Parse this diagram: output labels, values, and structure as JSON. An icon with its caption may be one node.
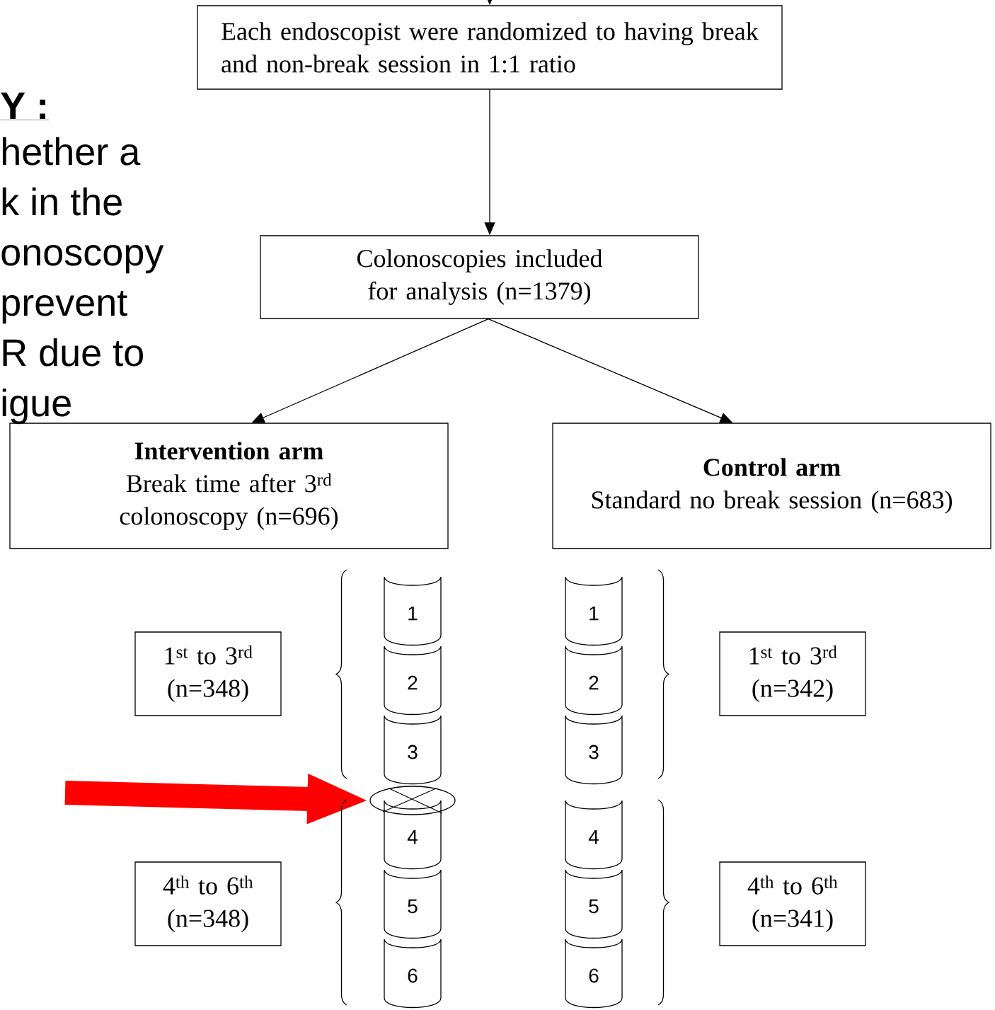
{
  "diagram": {
    "nodes": [
      {
        "text": [
          "Each endoscopist were randomized to having break and non-break session in 1:1 ratio"
        ]
      },
      {
        "text": [
          "Colonoscopies included for analysis (n=1379)"
        ]
      },
      {
        "text": [
          "Intervention arm",
          "Break time after 3$^{rd}$ colonoscopy (n=696)"
        ]
      },
      {
        "text": [
          "Control arm",
          "Standard no break session (n=683)"
        ]
      },
      {
        "text": [
          "1$^{st}$ to 3$^{rd}$ (n=348)"
        ]
      },
      {
        "text": [
          "4$^{th}$ to 6$^{th}$ (n=348)"
        ]
      },
      {
        "text": [
          "1"
        ]
      },
      {
        "text": [
          "2"
        ]
      },
      {
        "text": [
          "3"
        ]
      },
      {
        "text": [
          "4"
        ]
      },
      {
        "text": [
          "5"
        ]
      },
      {
        "text": [
          "6"
        ]
      },
      {
        "text": [],
        "shape": "ellipse"
      },
      {
        "text": [
          "1"
        ]
      },
      {
        "text": [
          "2"
        ]
      },
      {
        "text": [
          "3"
        ]
      },
      {
        "text": [
          "4"
        ]
      },
      {
        "text": [
          "5"
        ]
      },
      {
        "text": [
          "6"
        ]
      },
      {
        "text": [
          "1$^{st}$ to 3$^{rd}$ (n=342)"
        ]
      },
      {
        "text": [
          "4$^{th}$ to 6$^{th}$ (n=341)"
        ]
      }
    ],
    "edges": [
      {
        "from": null,
        "to": 0,
        "arrow": "to"
      },
      {
        "from": 0,
        "to": 1,
        "arrow": "to"
      },
      {
        "from": 1,
        "to": 2,
        "arrow": "to"
      },
      {
        "from": 1,
        "to": 3,
        "arrow": "to"
      },
      {
        "from": null,
        "to": 12,
        "arrow": "to",
        "style": "thick",
        "color": "#ff0000"
      }
    ],
    "labels": [
      "Y :",
      "hether a",
      "k in the",
      "onoscopy",
      "prevent",
      "R due to",
      "igue"
    ]
  }
}
